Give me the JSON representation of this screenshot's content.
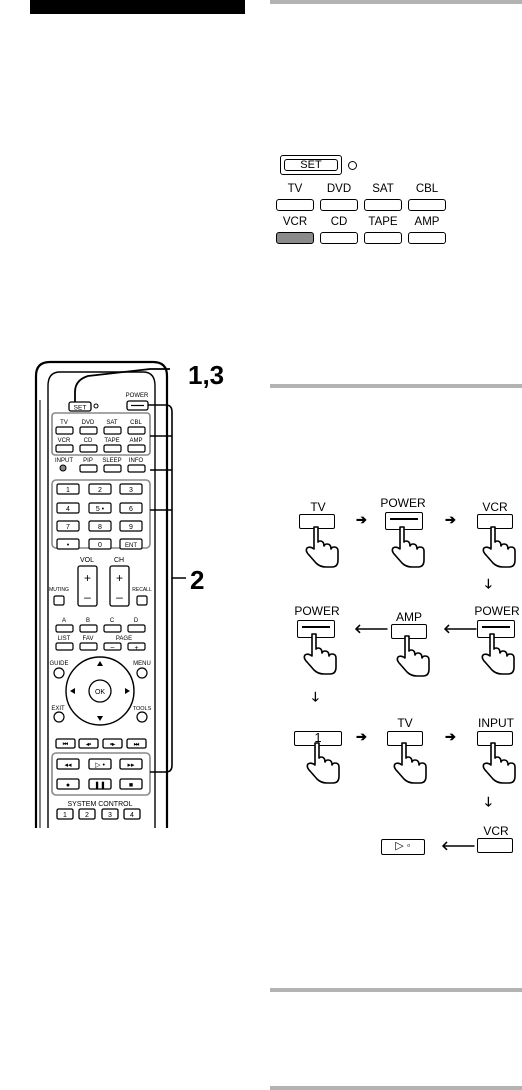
{
  "callouts": {
    "set_step": "1,3",
    "keys_step": "2"
  },
  "source_panel": {
    "set_label": "SET",
    "keys": [
      "TV",
      "DVD",
      "SAT",
      "CBL",
      "VCR",
      "CD",
      "TAPE",
      "AMP"
    ],
    "highlighted_key": "VCR"
  },
  "remote": {
    "set": "SET",
    "power": "POWER",
    "source_keys": [
      "TV",
      "DVD",
      "SAT",
      "CBL",
      "VCR",
      "CD",
      "TAPE",
      "AMP"
    ],
    "func_keys": [
      "INPUT",
      "PIP",
      "SLEEP",
      "INFO"
    ],
    "numbers": [
      "1",
      "2",
      "3",
      "4",
      "5 •",
      "6",
      "7",
      "8",
      "9",
      "•",
      "0",
      "ENT"
    ],
    "vol": "VOL",
    "ch": "CH",
    "muting": "MUTING",
    "recall": "RECALL",
    "letters": [
      "A",
      "B",
      "C",
      "D"
    ],
    "list": "LIST",
    "fav": "FAV",
    "page": "PAGE",
    "guide": "GUIDE",
    "menu": "MENU",
    "ok": "OK",
    "exit": "EXIT",
    "tools": "TOOLS",
    "system_control": "SYSTEM CONTROL",
    "system_keys": [
      "1",
      "2",
      "3",
      "4"
    ]
  },
  "sequence": {
    "row1": [
      "TV",
      "POWER",
      "VCR"
    ],
    "row2": [
      "POWER",
      "AMP",
      "POWER"
    ],
    "row3": [
      "1",
      "TV",
      "INPUT"
    ],
    "row4": [
      "VCR"
    ]
  }
}
